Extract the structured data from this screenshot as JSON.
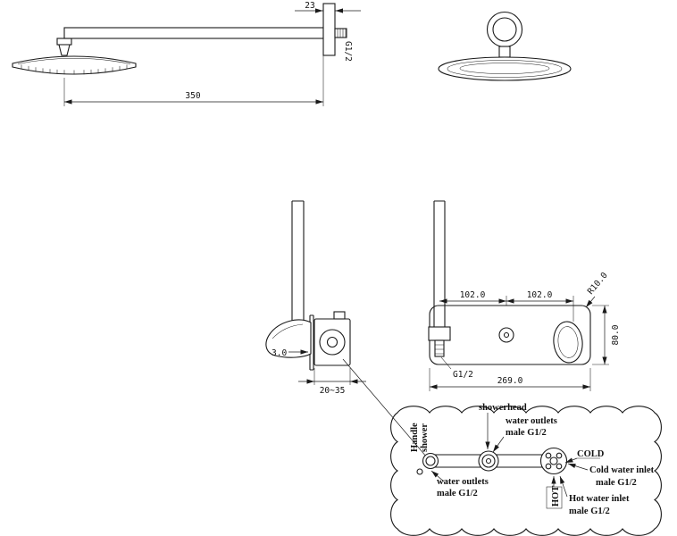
{
  "views": {
    "arm_side": {
      "dim_width": "23",
      "thread": "G1/2",
      "dim_length": "350"
    },
    "valve_side": {
      "dim_plate": "3.0",
      "dim_depth": "20~35"
    },
    "plate_front": {
      "dim_left": "102.0",
      "dim_right": "102.0",
      "corner_radius": "R10.0",
      "dim_height": "80.0",
      "thread": "G1/2",
      "dim_width": "269.0"
    },
    "callout": {
      "handle_word1": "Handle",
      "handle_word2": "shower",
      "showerhead": "showerhead",
      "outlet_top_line1": "water outlets",
      "outlet_top_line2": "male G1/2",
      "cold_tag": "COLD",
      "cold_line1": "Cold water inlet",
      "cold_line2": "male G1/2",
      "hot_tag": "HOT",
      "hot_line1": "Hot water inlet",
      "hot_line2": "male G1/2",
      "outlet_left_line1": "water outlets",
      "outlet_left_line2": "male G1/2"
    }
  }
}
